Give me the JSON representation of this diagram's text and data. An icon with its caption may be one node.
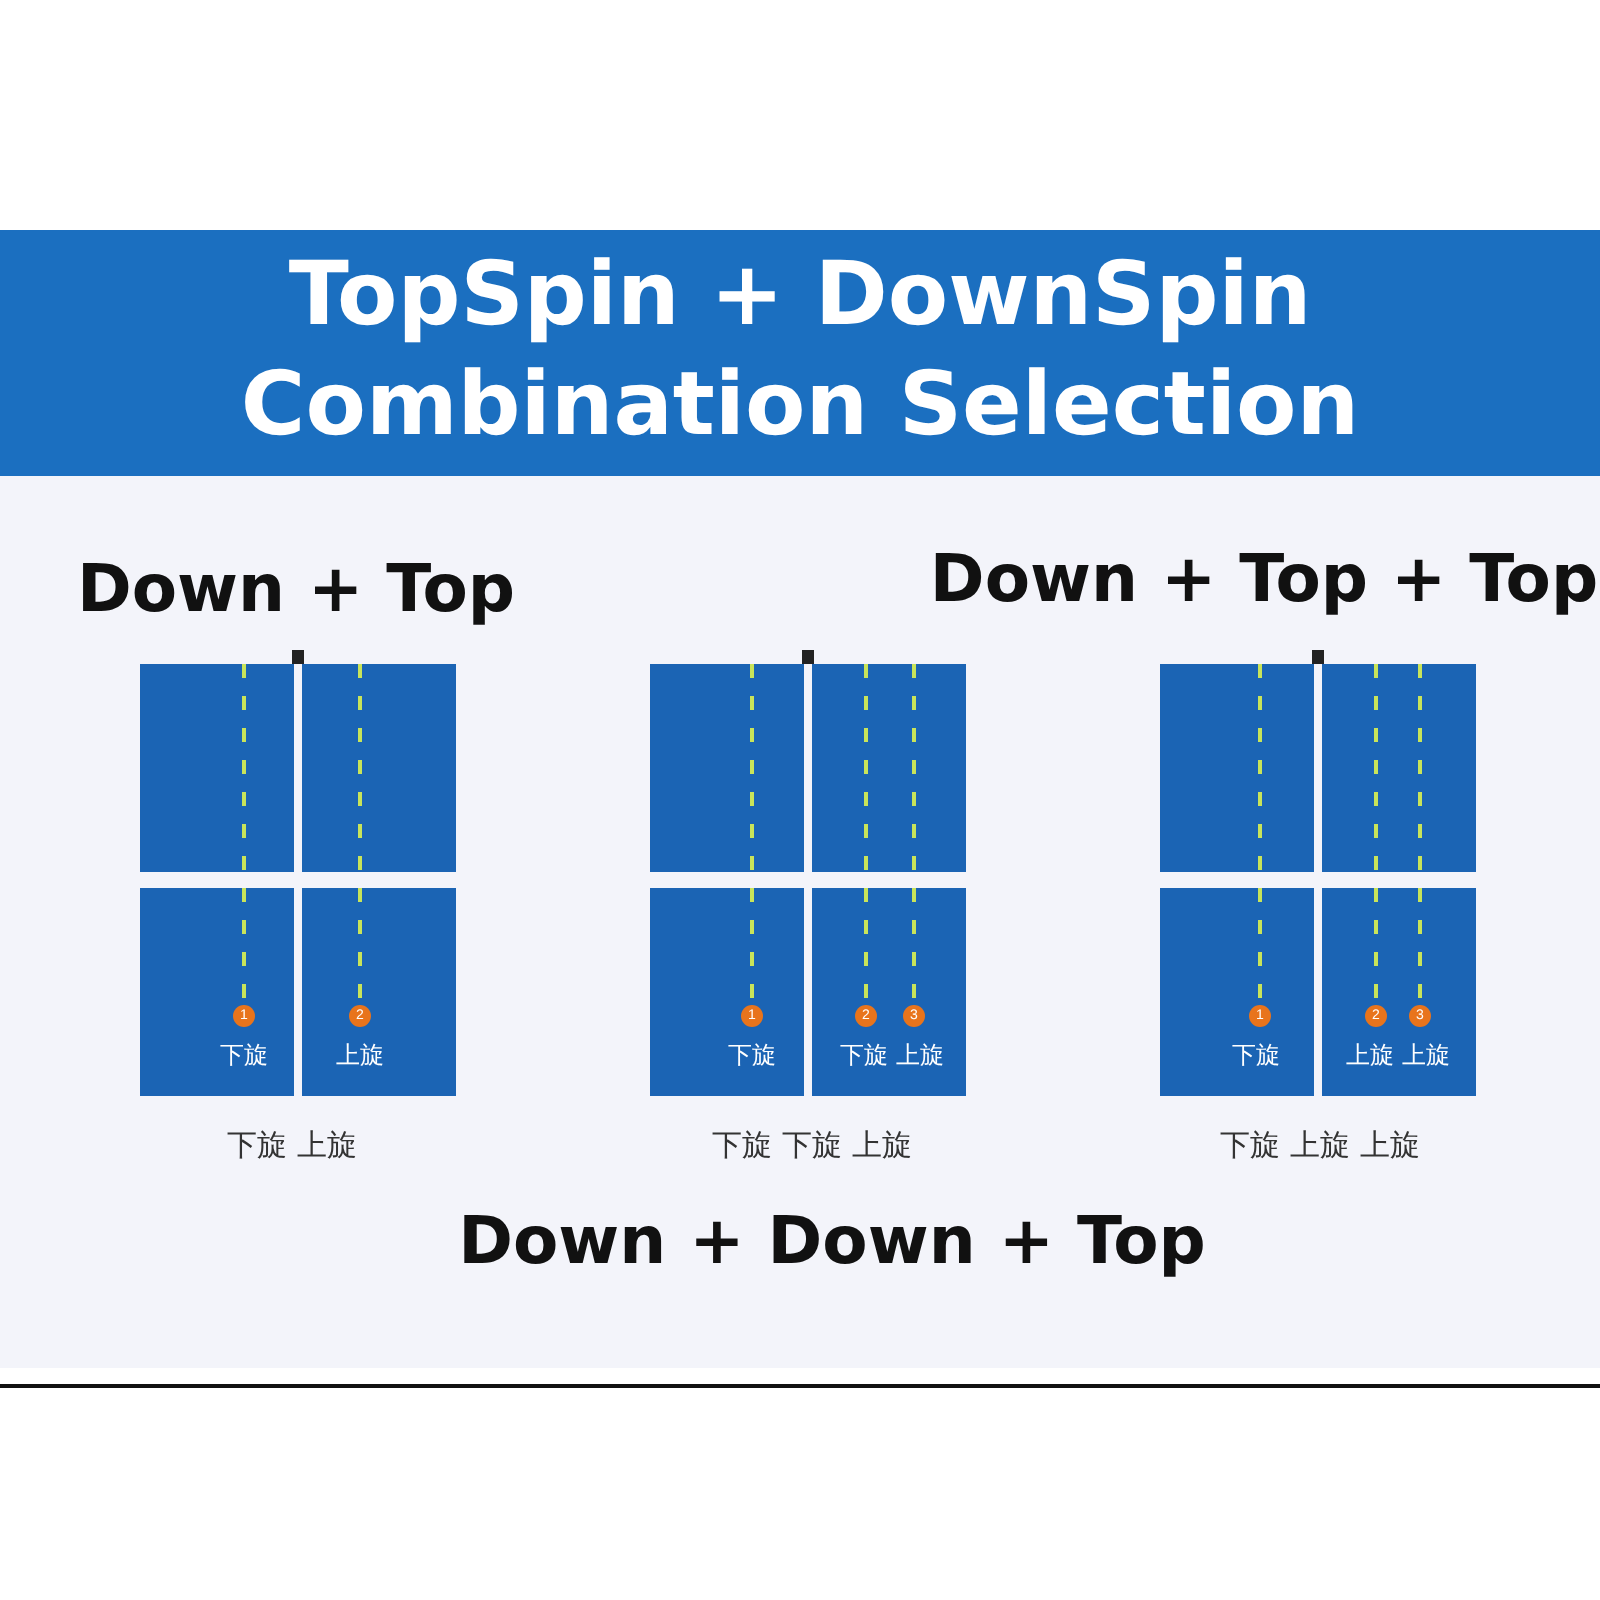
{
  "diagram": {
    "title": "TopSpin + DownSpin Combination Selection",
    "labels": [
      "Down + Top",
      "Down + Top + Top",
      "1",
      "2",
      "下旋",
      "上旋",
      "下旋 上旋",
      "1",
      "2",
      "3",
      "下旋",
      "下旋",
      "上旋",
      "下旋 下旋 上旋",
      "1",
      "2",
      "3",
      "下旋",
      "上旋",
      "上旋",
      "下旋 上旋 上旋",
      "Down + Down + Top"
    ]
  }
}
